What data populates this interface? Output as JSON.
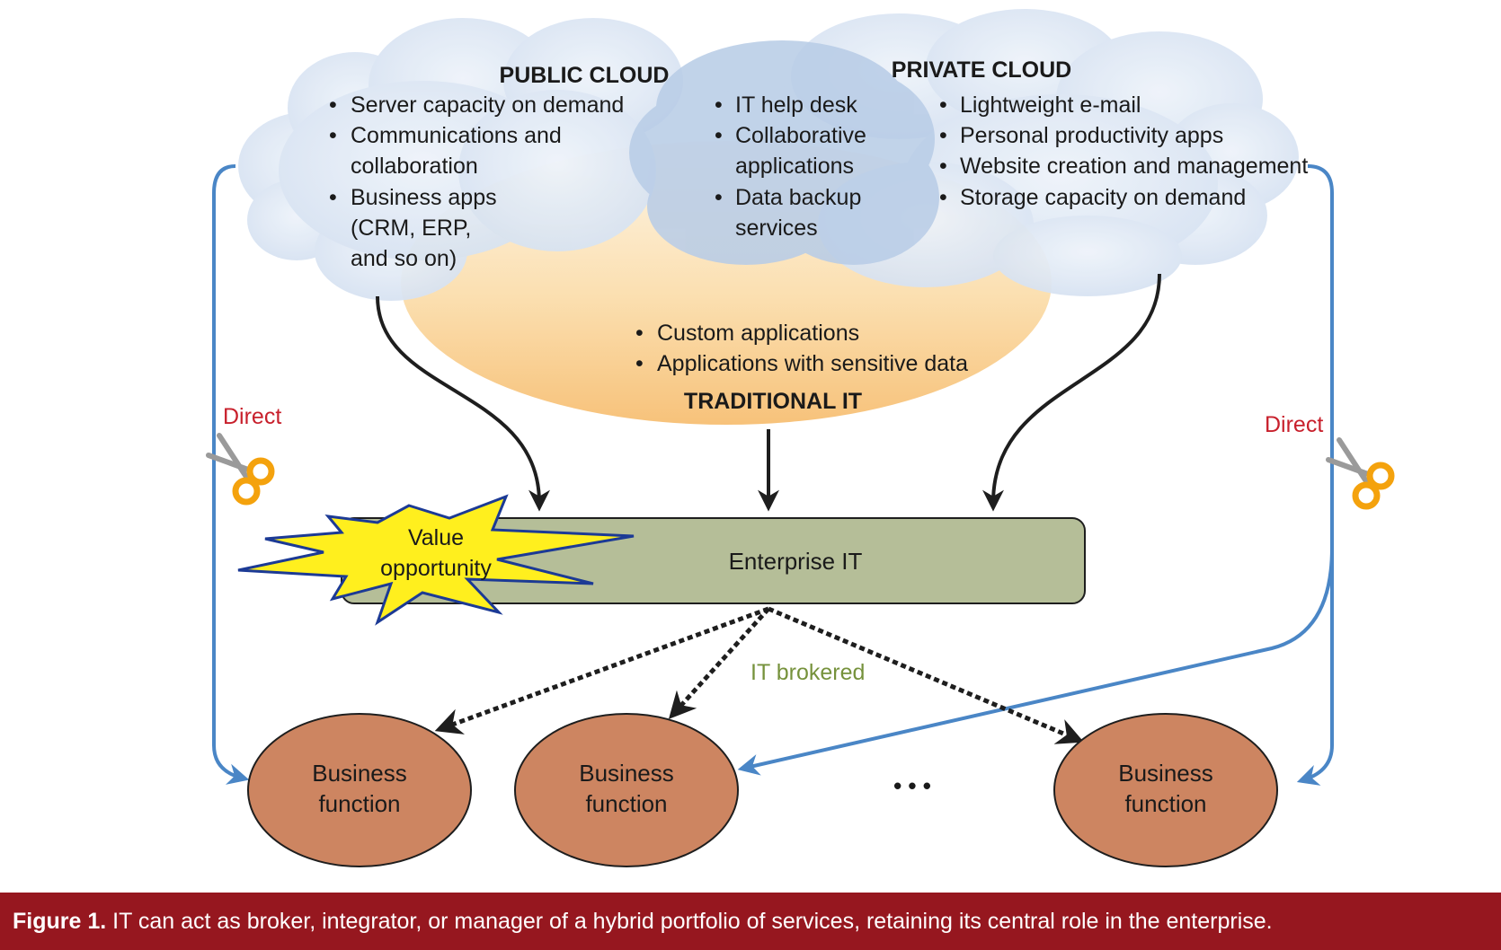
{
  "public_cloud": {
    "title": "PUBLIC CLOUD",
    "items": [
      "Server capacity on demand",
      "Communications and",
      "collaboration",
      "Business apps",
      "(CRM, ERP,",
      "and so on)"
    ]
  },
  "shared_cloud": {
    "items": [
      "IT help desk",
      "Collaborative",
      "applications",
      "Data backup",
      "services"
    ]
  },
  "private_cloud": {
    "title": "PRIVATE CLOUD",
    "items": [
      "Lightweight e-mail",
      "Personal productivity apps",
      "Website creation and management",
      "Storage capacity on demand"
    ]
  },
  "traditional_it": {
    "title": "TRADITIONAL IT",
    "items": [
      "Custom applications",
      "Applications with sensitive data"
    ]
  },
  "enterprise_it": {
    "label": "Enterprise IT"
  },
  "value_opportunity": {
    "line1": "Value",
    "line2": "opportunity"
  },
  "it_brokered": "IT brokered",
  "direct_left": "Direct",
  "direct_right": "Direct",
  "ellipsis": "• • •",
  "business_functions": [
    {
      "line1": "Business",
      "line2": "function"
    },
    {
      "line1": "Business",
      "line2": "function"
    },
    {
      "line1": "Business",
      "line2": "function"
    }
  ],
  "bullet": "•",
  "colors": {
    "cloud_fill": "#dbe6f4",
    "cloud_overlap": "#b9cde7",
    "traditional_top": "#fbf1dc",
    "traditional_bottom": "#f8c888",
    "enterprise_bar": "#b5be98",
    "starburst_fill": "#ffef1e",
    "starburst_stroke": "#1c3a95",
    "business_fill": "#cd8561",
    "direct_arrow": "#4a86c6",
    "direct_text": "#c8202c",
    "brokered_text": "#76923c",
    "scissors_handle": "#f4a20d",
    "caption_bar": "#96171f"
  },
  "caption": {
    "label": "Figure 1.",
    "text": " IT can act as broker, integrator, or manager of a hybrid portfolio of services, retaining its central role in the enterprise."
  }
}
